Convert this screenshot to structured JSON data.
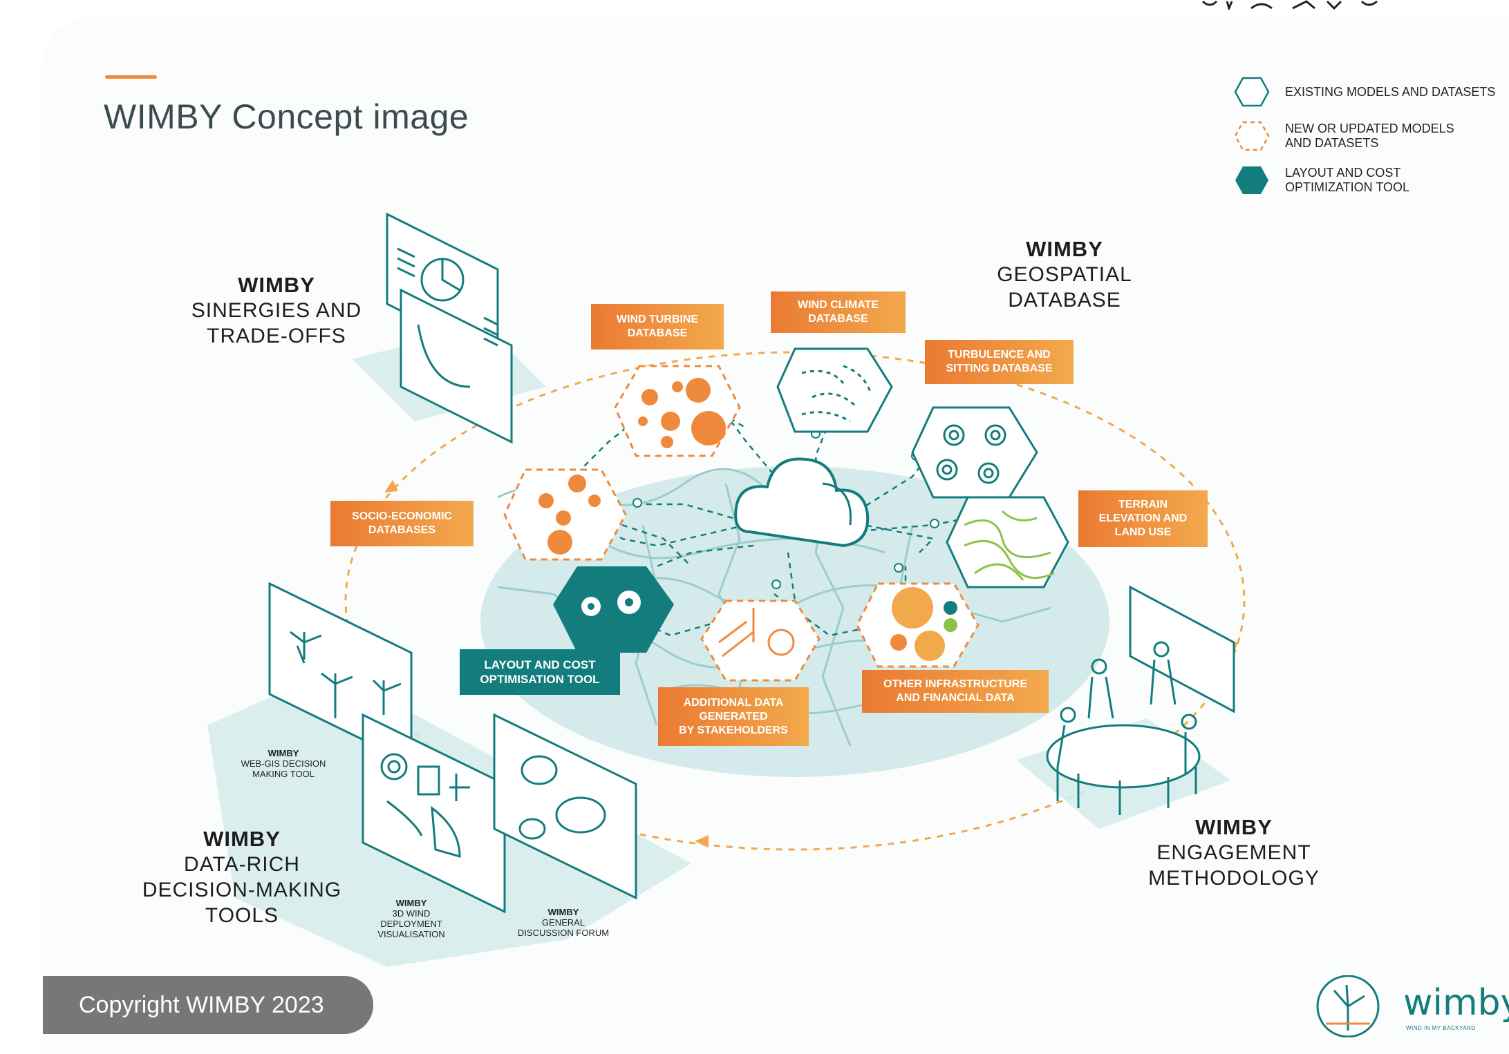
{
  "page": {
    "title": "WIMBY Concept image",
    "copyright": "Copyright WIMBY 2023"
  },
  "legend": [
    {
      "label": "EXISTING MODELS AND DATASETS",
      "style": "solid-outline",
      "color": "#137c7d"
    },
    {
      "label": "NEW OR UPDATED MODELS\nAND DATASETS",
      "style": "dashed-outline",
      "color": "#ef8a3c"
    },
    {
      "label": "LAYOUT AND COST\nOPTIMIZATION TOOL",
      "style": "filled",
      "color": "#137c7d"
    }
  ],
  "sections": {
    "synergies": {
      "brand": "WIMBY",
      "lines": [
        "SINERGIES AND",
        "TRADE-OFFS"
      ]
    },
    "geospatial": {
      "brand": "WIMBY",
      "lines": [
        "GEOSPATIAL",
        "DATABASE"
      ]
    },
    "tools": {
      "brand": "WIMBY",
      "lines": [
        "DATA-RICH",
        "DECISION-MAKING",
        "TOOLS"
      ]
    },
    "engagement": {
      "brand": "WIMBY",
      "lines": [
        "ENGAGEMENT",
        "METHODOLOGY"
      ]
    }
  },
  "databases": {
    "wind_turbine": "WIND TURBINE\nDATABASE",
    "wind_climate": "WIND CLIMATE\nDATABASE",
    "turbulence": "TURBULENCE AND\nSITTING DATABASE",
    "terrain": "TERRAIN\nELEVATION AND\nLAND USE",
    "socio_economic": "SOCIO-ECONOMIC\nDATABASES",
    "other_infrastructure": "OTHER INFRASTRUCTURE\nAND FINANCIAL DATA",
    "additional_data": "ADDITIONAL DATA\nGENERATED\nBY STAKEHOLDERS",
    "layout_tool": "LAYOUT AND COST\nOPTIMISATION TOOL"
  },
  "tools": {
    "webgis": {
      "brand": "WIMBY",
      "text": "WEB-GIS DECISION\nMAKING TOOL"
    },
    "viz3d": {
      "brand": "WIMBY",
      "text": "3D WIND\nDEPLOYMENT\nVISUALISATION"
    },
    "forum": {
      "brand": "WIMBY",
      "text": "GENERAL\nDISCUSSION FORUM"
    }
  },
  "logo": {
    "word": "wimby",
    "tagline": "WIND IN MY BACKYARD"
  },
  "colors": {
    "teal": "#137c7d",
    "orange": "#ef8a3c",
    "orange_light": "#f2a94c",
    "map": "#d5ebeb",
    "map_border": "#9dcccd",
    "gray": "#777777"
  }
}
